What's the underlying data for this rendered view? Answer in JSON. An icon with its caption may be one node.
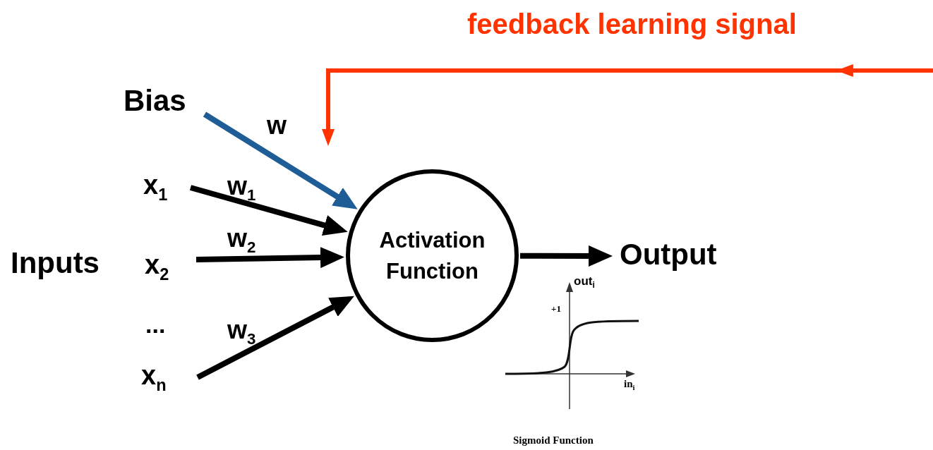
{
  "diagram": {
    "nodes": [
      {
        "text": [
          "Bias"
        ]
      },
      {
        "text": [
          "x$_{1}$"
        ]
      },
      {
        "text": [
          "Inputs"
        ]
      },
      {
        "text": [
          "x$_{2}$"
        ]
      },
      {
        "text": [
          "x$_{n}$"
        ]
      },
      {
        "text": [
          "Activation Function"
        ]
      },
      {
        "text": [
          "Output"
        ]
      }
    ],
    "edges": [
      {
        "from": 0,
        "to": 5,
        "arrow": "to",
        "label": "w",
        "color": "#1f5d96"
      },
      {
        "from": 1,
        "to": 5,
        "arrow": "to",
        "label": "w$_{1}$"
      },
      {
        "from": 3,
        "to": 5,
        "arrow": "to",
        "label": "w$_{2}$"
      },
      {
        "from": 4,
        "to": 5,
        "arrow": "to",
        "label": "w$_{3}$"
      },
      {
        "from": 5,
        "to": 6,
        "arrow": "to"
      },
      {
        "from": null,
        "to": 5,
        "arrow": "to",
        "label": "feedback learning signal",
        "color": "#ff3300"
      }
    ],
    "labels": [
      "...",
      "+1",
      "out$_{i}$",
      "in$_{i}$",
      "Sigmoid Function"
    ]
  }
}
